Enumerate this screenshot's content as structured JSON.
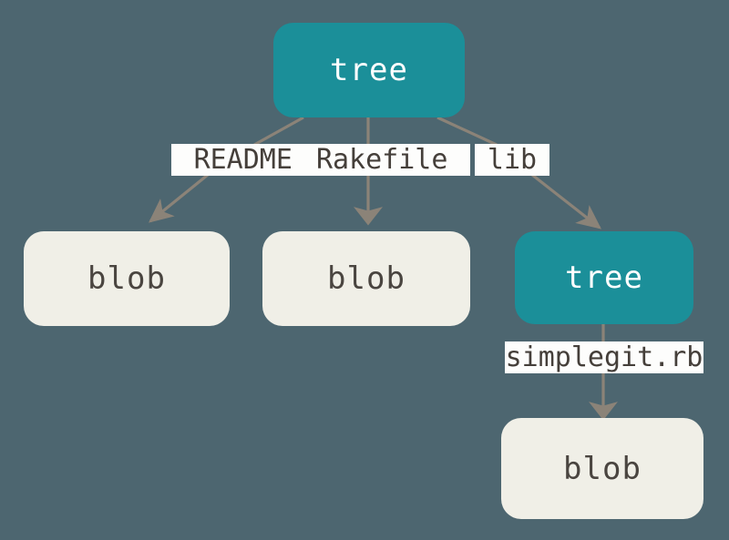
{
  "diagram": {
    "title": "git-tree-objects",
    "background_color": "#4d6670",
    "tree_color": "#1b8f99",
    "blob_color": "#f0efe7",
    "label_background": "#fdfdfc",
    "arrow_color": "#8b8378",
    "nodes": [
      {
        "id": "root-tree",
        "type": "tree",
        "label": "tree"
      },
      {
        "id": "blob-readme",
        "type": "blob",
        "label": "blob"
      },
      {
        "id": "blob-rakefile",
        "type": "blob",
        "label": "blob"
      },
      {
        "id": "lib-tree",
        "type": "tree",
        "label": "tree"
      },
      {
        "id": "blob-simplegit",
        "type": "blob",
        "label": "blob"
      }
    ],
    "edge_labels": {
      "readme": "README",
      "rakefile": "Rakefile",
      "lib": "lib",
      "simplegit": "simplegit.rb"
    },
    "edges": [
      {
        "from": "root-tree",
        "to": "blob-readme",
        "label": "README"
      },
      {
        "from": "root-tree",
        "to": "blob-rakefile",
        "label": "Rakefile"
      },
      {
        "from": "root-tree",
        "to": "lib-tree",
        "label": "lib"
      },
      {
        "from": "lib-tree",
        "to": "blob-simplegit",
        "label": "simplegit.rb"
      }
    ]
  }
}
